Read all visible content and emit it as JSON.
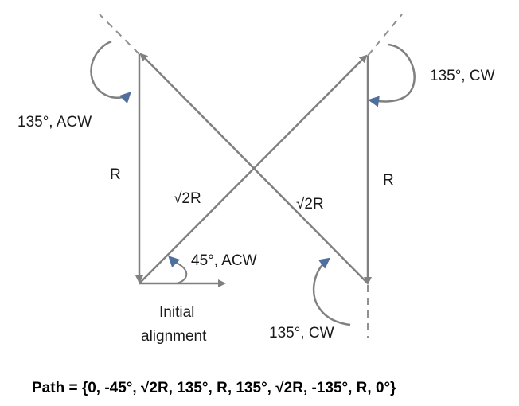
{
  "labels": {
    "left_turn": "135°, ACW",
    "right_turn_top": "135°, CW",
    "right_turn_bottom": "135°, CW",
    "left_side": "R",
    "right_side": "R",
    "diag_left": "√2R",
    "diag_right": "√2R",
    "initial_turn": "45°, ACW",
    "initial_line1": "Initial",
    "initial_line2": "alignment"
  },
  "path_text": "Path = {0, -45°, √2R, 135°, R, 135°, √2R, -135°, R, 0°}",
  "colors": {
    "line": "#808080",
    "arrowhead_turn": "#4f6f9c",
    "text": "#1a1a1a"
  }
}
